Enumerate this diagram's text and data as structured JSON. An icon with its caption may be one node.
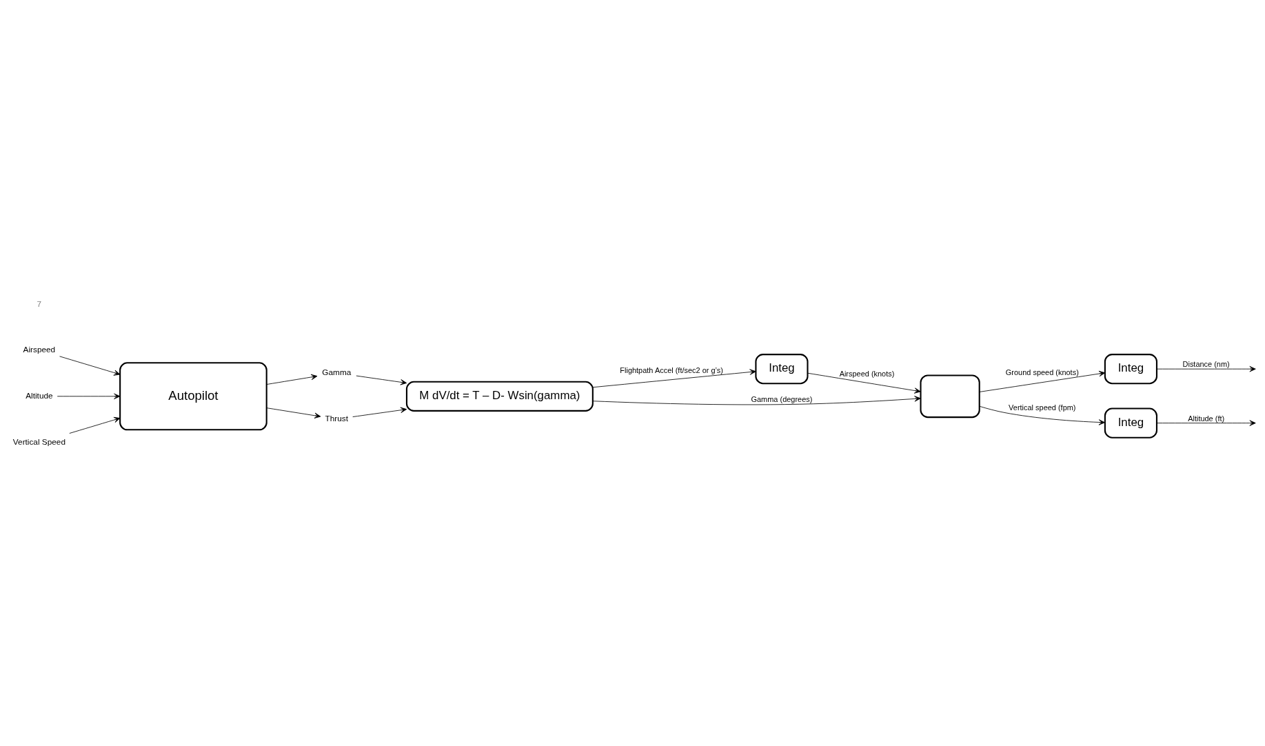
{
  "diagram": {
    "nodes": [
      {
        "text": [
          "Autopilot"
        ]
      },
      {
        "text": [
          "Airspeed"
        ]
      },
      {
        "text": [
          "Altitude"
        ]
      },
      {
        "text": [
          "Vertical Speed"
        ]
      },
      {
        "text": [
          "Gamma"
        ]
      },
      {
        "text": [
          "Thrust"
        ]
      },
      {
        "text": [
          "M dV/dt = T – D- Wsin(gamma)"
        ]
      },
      {
        "text": [
          "Integ"
        ]
      },
      {
        "text": [],
        "shape": "box"
      },
      {
        "text": [
          "Integ"
        ]
      },
      {
        "text": [
          "Integ"
        ]
      }
    ],
    "edges": [
      {
        "from": 1,
        "to": 0,
        "arrow": "to"
      },
      {
        "from": 2,
        "to": 0,
        "arrow": "to"
      },
      {
        "from": 3,
        "to": 0,
        "arrow": "to"
      },
      {
        "from": 0,
        "to": 4,
        "arrow": "to"
      },
      {
        "from": 0,
        "to": 5,
        "arrow": "to"
      },
      {
        "from": 4,
        "to": 6,
        "arrow": "to"
      },
      {
        "from": 5,
        "to": 6,
        "arrow": "to"
      },
      {
        "from": 6,
        "to": 8,
        "label": "Gamma (degrees)",
        "arrow": "to"
      },
      {
        "from": 6,
        "to": 7,
        "label": "Flightpath Accel (ft/sec2 or g’s)",
        "arrow": "to"
      },
      {
        "from": 7,
        "to": 8,
        "label": "Airspeed (knots)",
        "arrow": "to"
      },
      {
        "from": 8,
        "to": 9,
        "label": "Ground speed (knots)",
        "arrow": "to"
      },
      {
        "from": 8,
        "to": 10,
        "label": "Vertical speed (fpm)",
        "arrow": "to"
      },
      {
        "from": 9,
        "to": null,
        "label": "Distance (nm)",
        "arrow": "to"
      },
      {
        "from": 10,
        "to": null,
        "label": "Altitude (ft)",
        "arrow": "to"
      }
    ],
    "labels": [
      "7"
    ]
  }
}
